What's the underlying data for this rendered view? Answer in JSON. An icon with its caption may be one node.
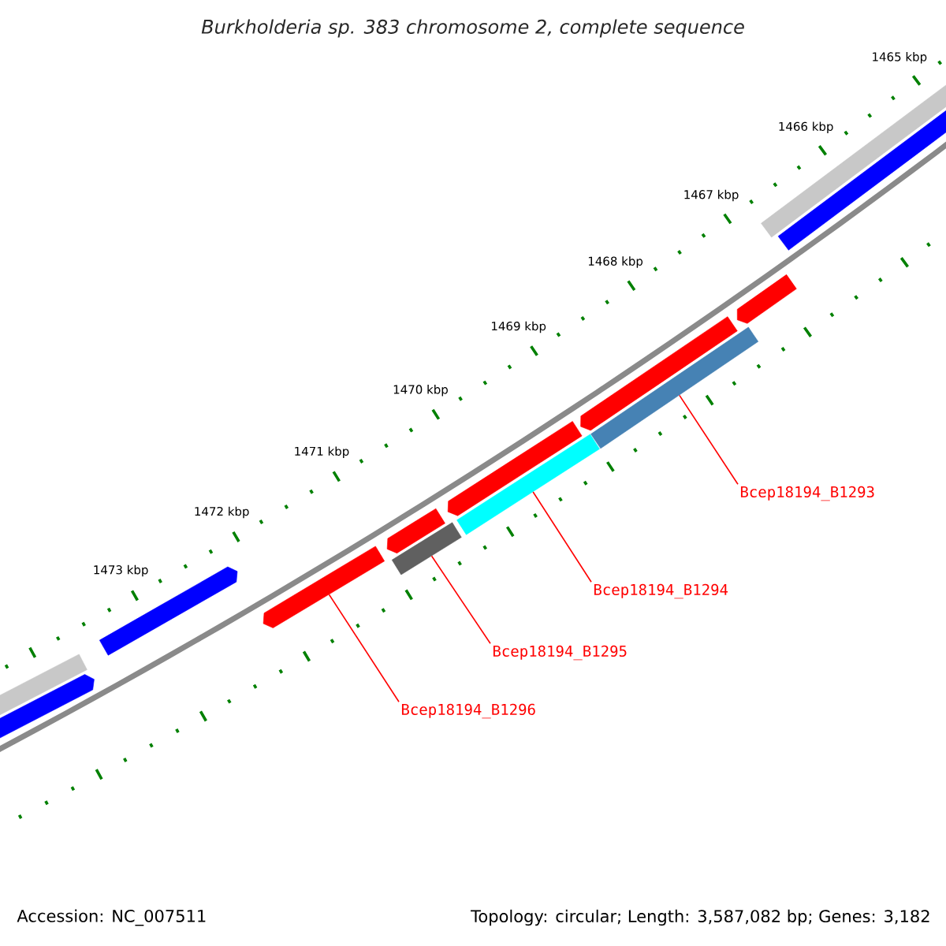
{
  "diagram": {
    "title": "Burkholderia sp. 383 chromosome 2, complete sequence",
    "nodes": [
      {
        "text": [],
        "shape": "arrow"
      },
      {
        "text": [],
        "shape": "bar"
      },
      {
        "text": [],
        "shape": "bar"
      },
      {
        "text": [],
        "shape": "bar"
      },
      {
        "text": [
          "Bcep18194_B1293"
        ]
      },
      {
        "text": [
          "Bcep18194_B1294"
        ]
      },
      {
        "text": [
          "Bcep18194_B1295"
        ]
      },
      {
        "text": [
          "Bcep18194_B1296"
        ]
      }
    ],
    "edges": [
      {
        "from": 4,
        "to": 3,
        "arrow": "none"
      },
      {
        "from": 5,
        "to": 2,
        "arrow": "none"
      },
      {
        "from": 6,
        "to": 1,
        "arrow": "none"
      },
      {
        "from": 7,
        "to": 0,
        "arrow": "none"
      }
    ],
    "labels": [
      "1465 kbp",
      "1466 kbp",
      "1467 kbp",
      "1468 kbp",
      "1469 kbp",
      "1470 kbp",
      "1471 kbp",
      "1472 kbp",
      "1473 kbp",
      "Accession: NC_007511",
      "Topology: circular; Length: 3,587,082 bp; Genes: 3,182"
    ]
  }
}
